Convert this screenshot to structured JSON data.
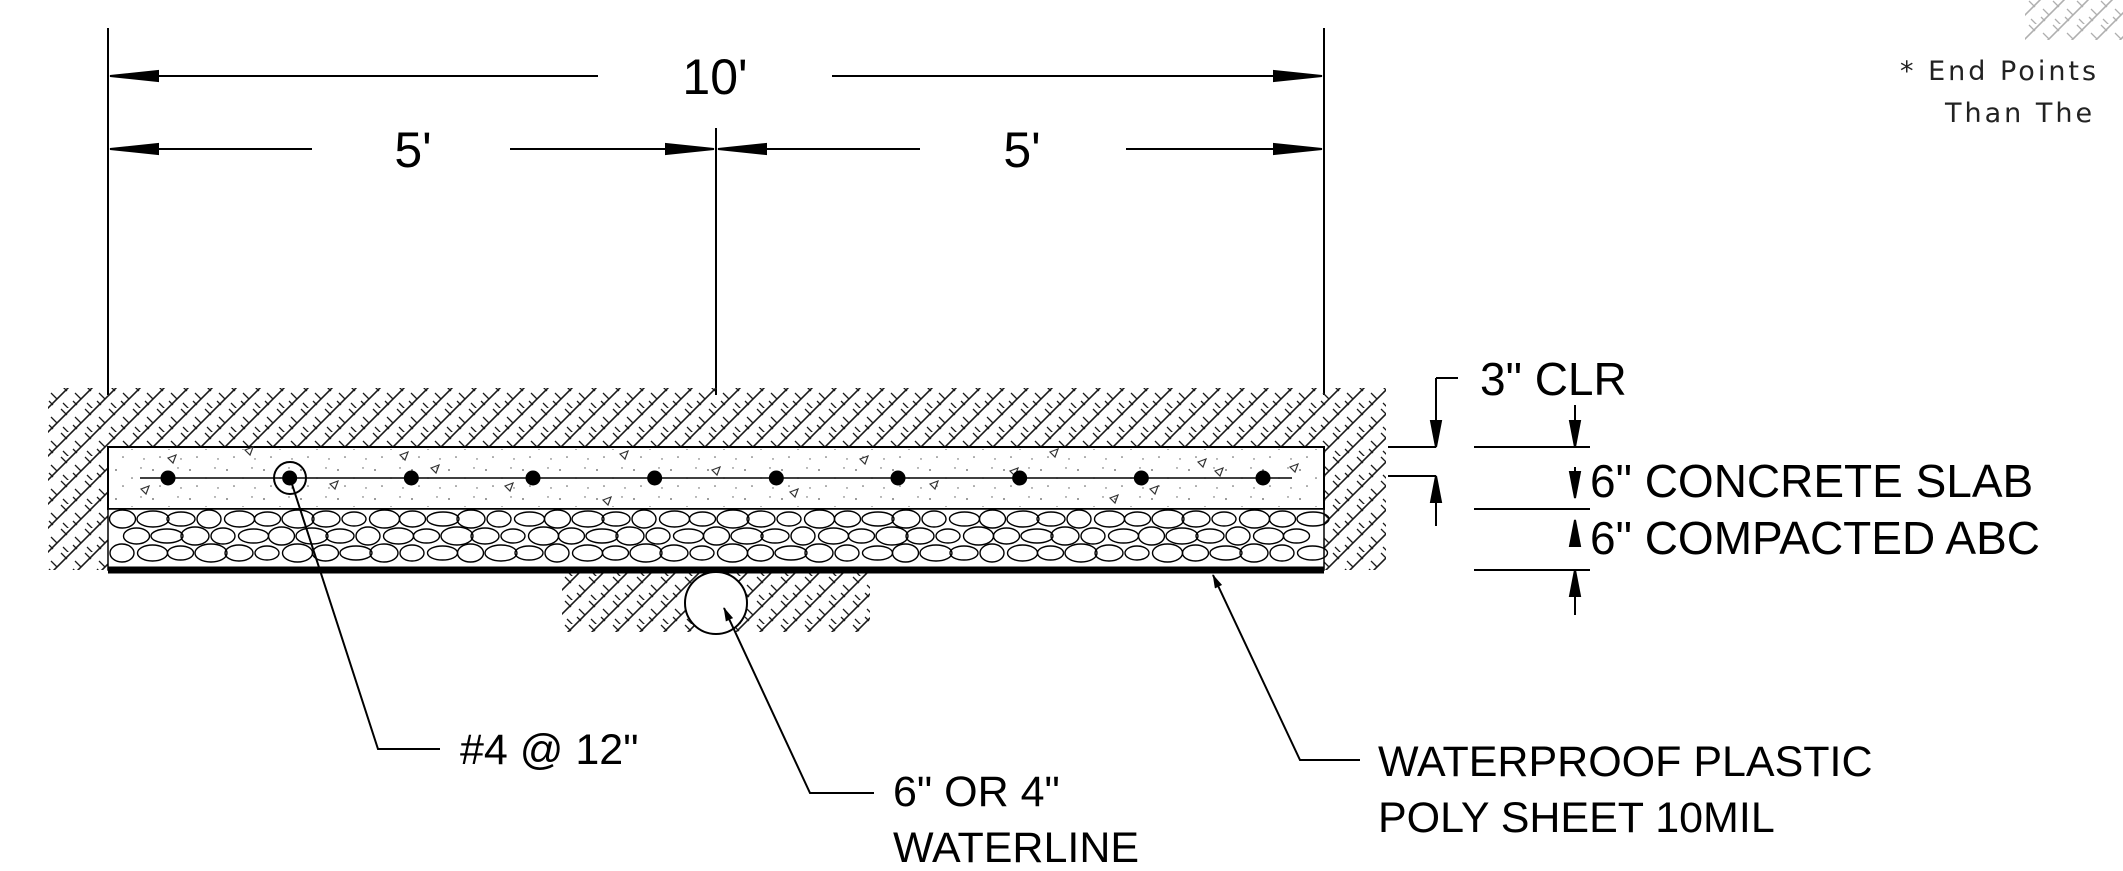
{
  "dimensions": {
    "overall_width": "10'",
    "half_left": "5'",
    "half_right": "5'"
  },
  "section_labels": {
    "clear_cover": "3\" CLR",
    "slab": "6\" CONCRETE SLAB",
    "base": "6\" COMPACTED ABC"
  },
  "callouts": {
    "rebar": "#4 @ 12\"",
    "waterline_line1": "6\" OR 4\"",
    "waterline_line2": "WATERLINE",
    "membrane_line1": "WATERPROOF PLASTIC",
    "membrane_line2": "POLY SHEET 10MIL"
  },
  "note": {
    "line1": "* End Points",
    "line2": "Than The"
  },
  "rebar_count": 10,
  "colors": {
    "ink": "#000000",
    "hatch": "#1a1a1a",
    "background": "#ffffff"
  },
  "icons": {
    "legend_swatch": "soil-hatch-icon"
  }
}
